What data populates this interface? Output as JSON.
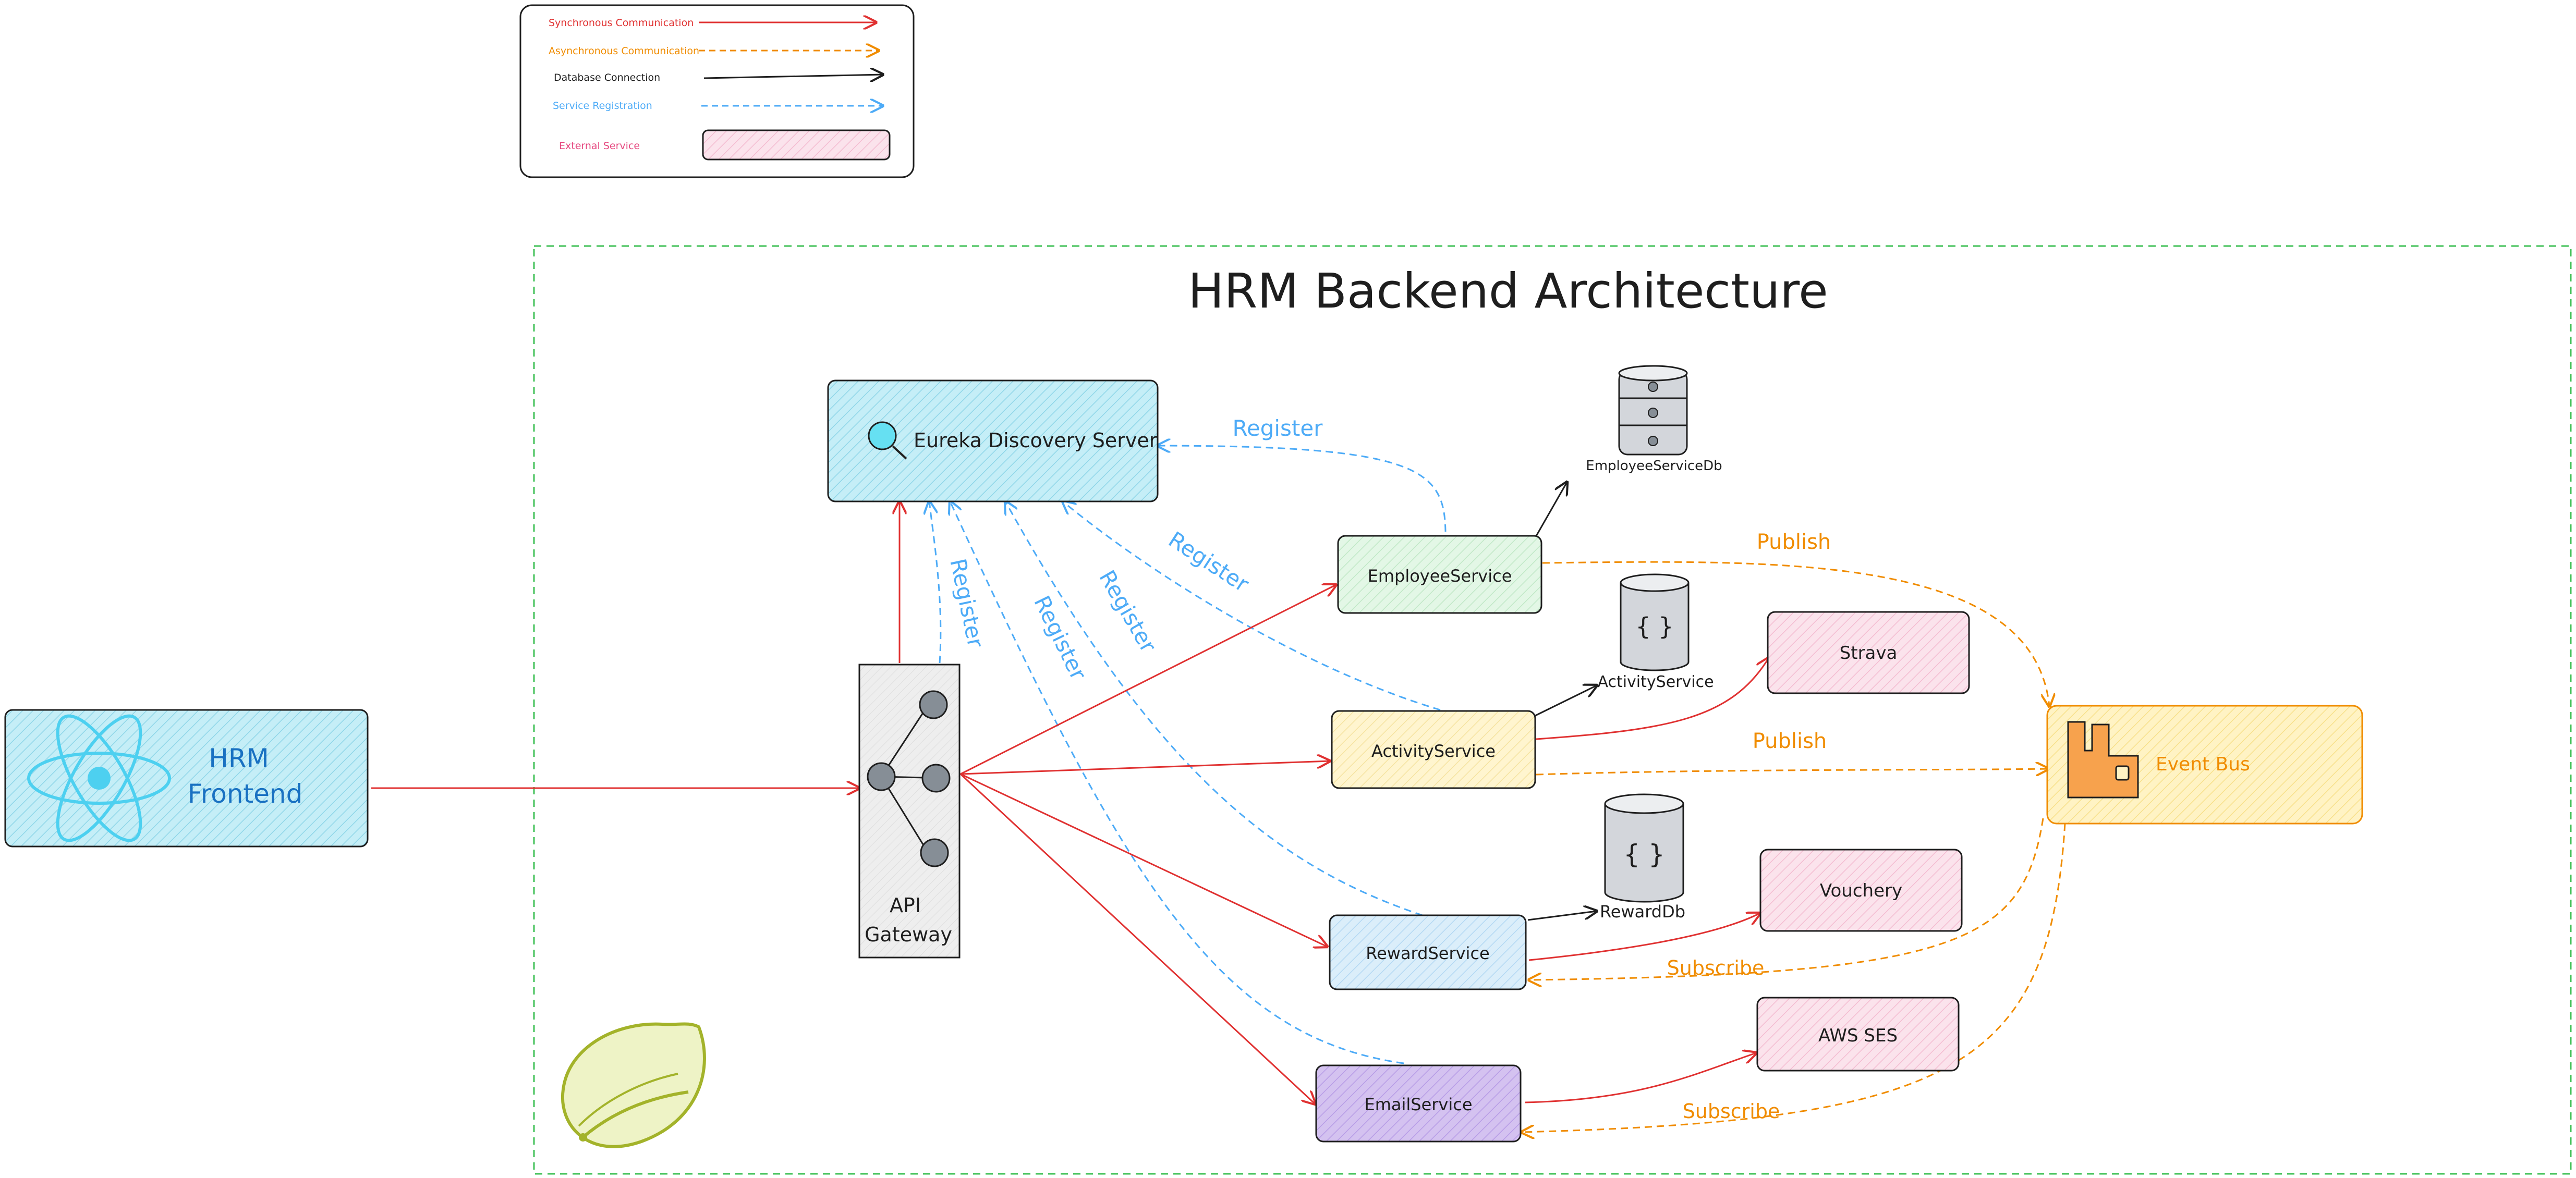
{
  "colors": {
    "sync": "#e03131",
    "async": "#f08c00",
    "db": "#1e1e1e",
    "registration": "#4dabf7",
    "external_service": "#e64980",
    "frame": "#40c057",
    "frontend_text": "#1971c2",
    "react_logo": "#4dd0f0",
    "spring_logo": "#a3b32a",
    "eureka_fill": "#c5eef7",
    "employee_fill": "#e3f7e6",
    "activity_fill": "#fff5cf",
    "reward_fill": "#dbeefa",
    "email_fill": "#d4c2f0",
    "external_fill": "#fbe3ec",
    "eventbus_fill": "#fff3c4",
    "eventbus_icon": "#f7a24d",
    "db_fill": "#d3d6db"
  },
  "legend": {
    "sync": "Synchronous Communication",
    "async": "Asynchronous Communication",
    "db": "Database Connection",
    "registration": "Service Registration",
    "external": "External Service"
  },
  "title": "HRM Backend Architecture",
  "nodes": {
    "frontend_line1": "HRM",
    "frontend_line2": "Frontend",
    "eureka": "Eureka Discovery Server",
    "gateway_line1": "API",
    "gateway_line2": "Gateway",
    "employee": "EmployeeService",
    "activity": "ActivityService",
    "reward": "RewardService",
    "email": "EmailService",
    "strava": "Strava",
    "vouchery": "Vouchery",
    "aws_ses": "AWS SES",
    "event_bus": "Event Bus"
  },
  "databases": {
    "employee_db": "EmployeeServiceDb",
    "activity_db": "ActivityService",
    "reward_db": "RewardDb"
  },
  "edge_labels": {
    "register_employee": "Register",
    "register_activity": "Register",
    "register_gateway": "Register",
    "register_reward": "Register",
    "register_email": "Register",
    "publish_employee": "Publish",
    "publish_activity": "Publish",
    "subscribe_reward": "Subscribe",
    "subscribe_email": "Subscribe"
  }
}
